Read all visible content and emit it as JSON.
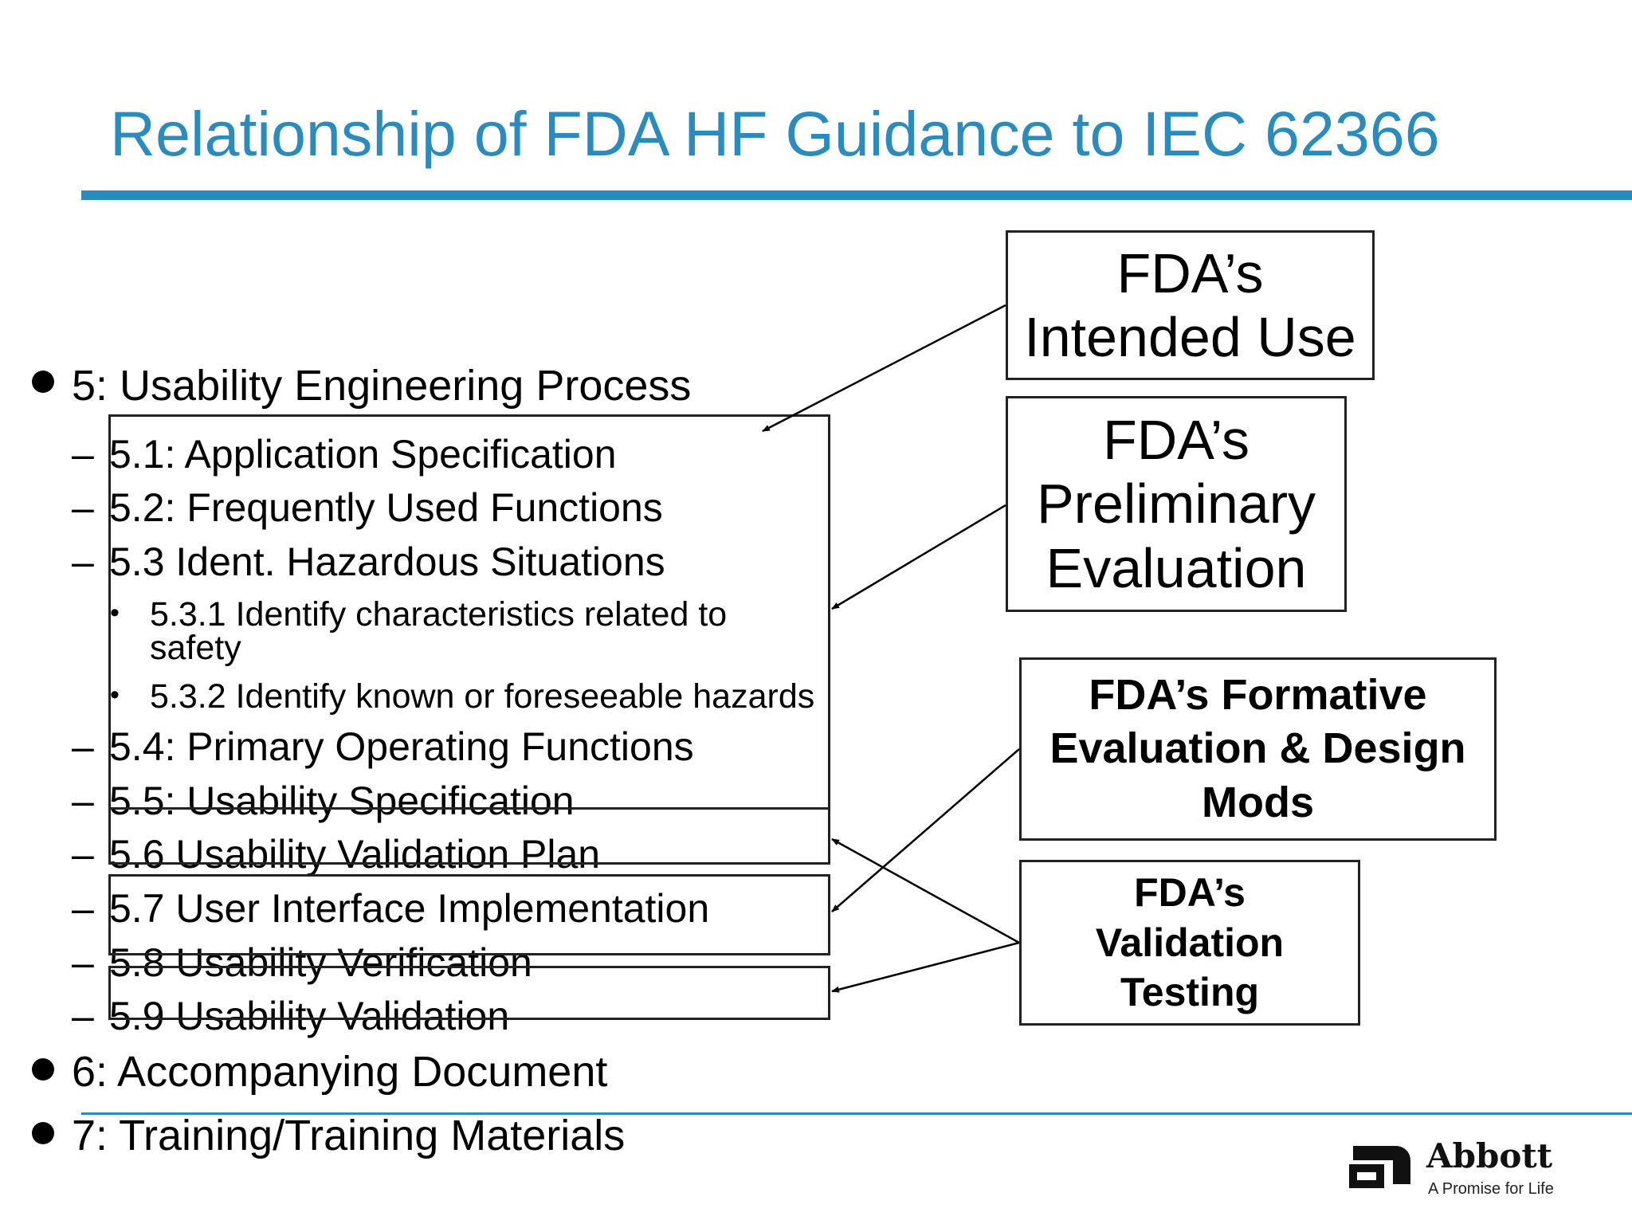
{
  "slide": {
    "title": "Relationship of FDA HF Guidance to IEC 62366"
  },
  "outline": {
    "item5": "5: Usability Engineering Process",
    "item5_children": [
      "5.1: Application Specification",
      "5.2: Frequently Used Functions",
      "5.3 Ident. Hazardous Situations"
    ],
    "item5_3_children": [
      "5.3.1 Identify characteristics related to",
      "safety",
      "5.3.2 Identify known or foreseeable hazards"
    ],
    "item5_more": [
      "5.4: Primary Operating Functions",
      "5.5: Usability Specification",
      "5.6 Usability Validation Plan",
      "5.7 User Interface Implementation",
      "5.8 Usability Verification",
      "5.9 Usability Validation"
    ],
    "item6": "6: Accompanying Document",
    "item7": "7: Training/Training Materials",
    "dash": "–",
    "bullet": "•"
  },
  "fda_boxes": {
    "intended_use": [
      "FDA’s",
      "Intended Use"
    ],
    "preliminary": [
      "FDA’s",
      "Preliminary",
      "Evaluation"
    ],
    "formative": [
      "FDA’s Formative",
      "Evaluation & Design",
      "Mods"
    ],
    "validation": [
      "FDA’s",
      "Validation",
      "Testing"
    ]
  },
  "logo": {
    "name": "Abbott",
    "tagline": "A Promise for Life"
  },
  "colors": {
    "title": "#2a8bbe",
    "rule": "#2a8bbe",
    "text": "#000000"
  }
}
